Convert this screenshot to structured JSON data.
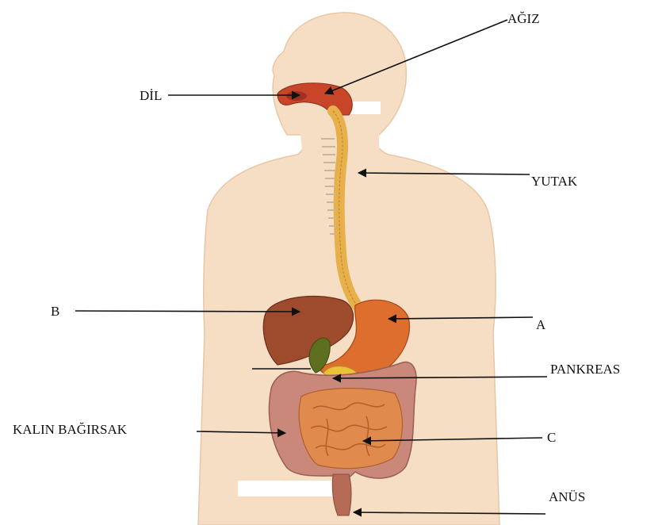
{
  "labels": {
    "agiz": "AĞIZ",
    "dil": "DİL",
    "yutak": "YUTAK",
    "b": "B",
    "a": "A",
    "pankreas": "PANKREAS",
    "kalin_bagirsak": "KALIN BAĞIRSAK",
    "c": "C",
    "anus": "ANÜS"
  },
  "colors": {
    "skin": "#F6DEC4",
    "skin_edge": "#E9C7A5",
    "esophagus": "#E8B04B",
    "stomach": "#DD6E2E",
    "liver": "#9E4A2C",
    "gallbladder": "#5E6E1F",
    "pancreas": "#E9C23A",
    "small_intestine": "#E08A4E",
    "large_intestine": "#C9887A",
    "mouth": "#C8452A",
    "line": "#111111"
  }
}
